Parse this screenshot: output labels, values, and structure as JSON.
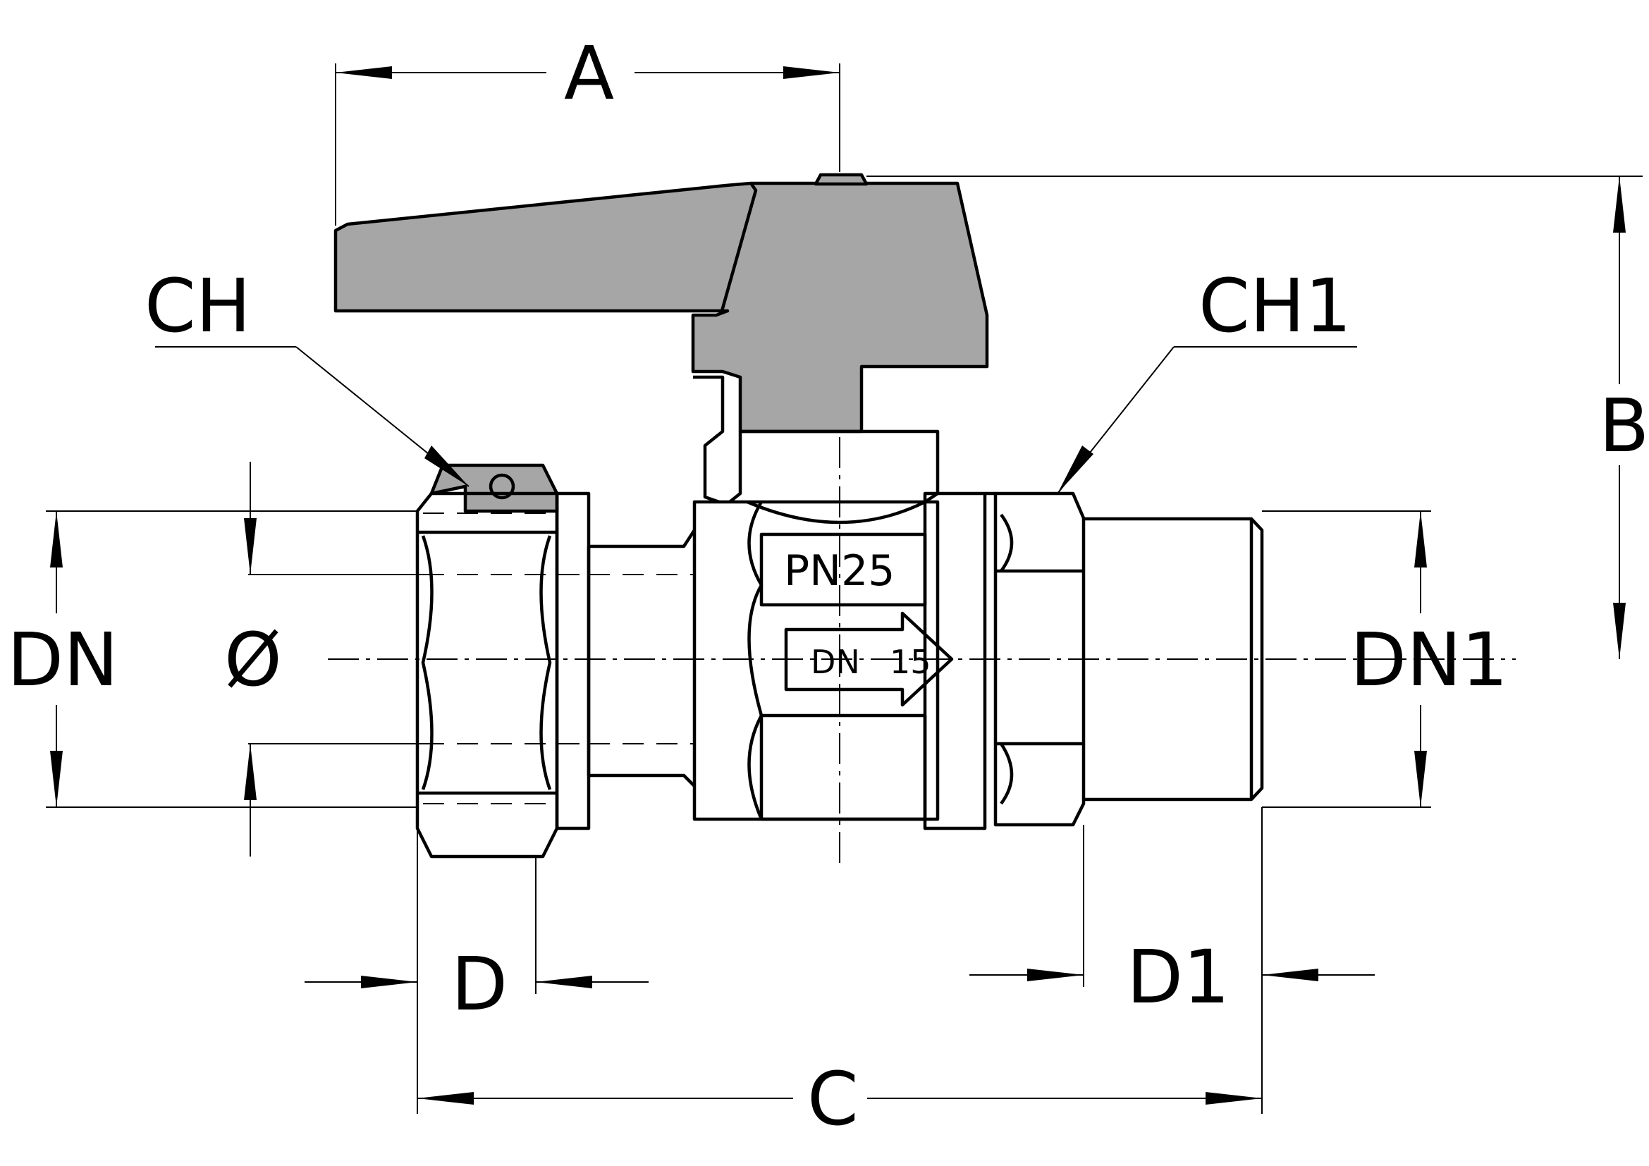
{
  "dimensions": {
    "a": "A",
    "b": "B",
    "c": "C",
    "d": "D",
    "d1": "D1",
    "dn": "DN",
    "dn1": "DN1",
    "diameter": "Ø",
    "ch": "CH",
    "ch1": "CH1"
  },
  "body_marks": {
    "pressure": "PN25",
    "size_label": "DN",
    "size_value": "15"
  }
}
